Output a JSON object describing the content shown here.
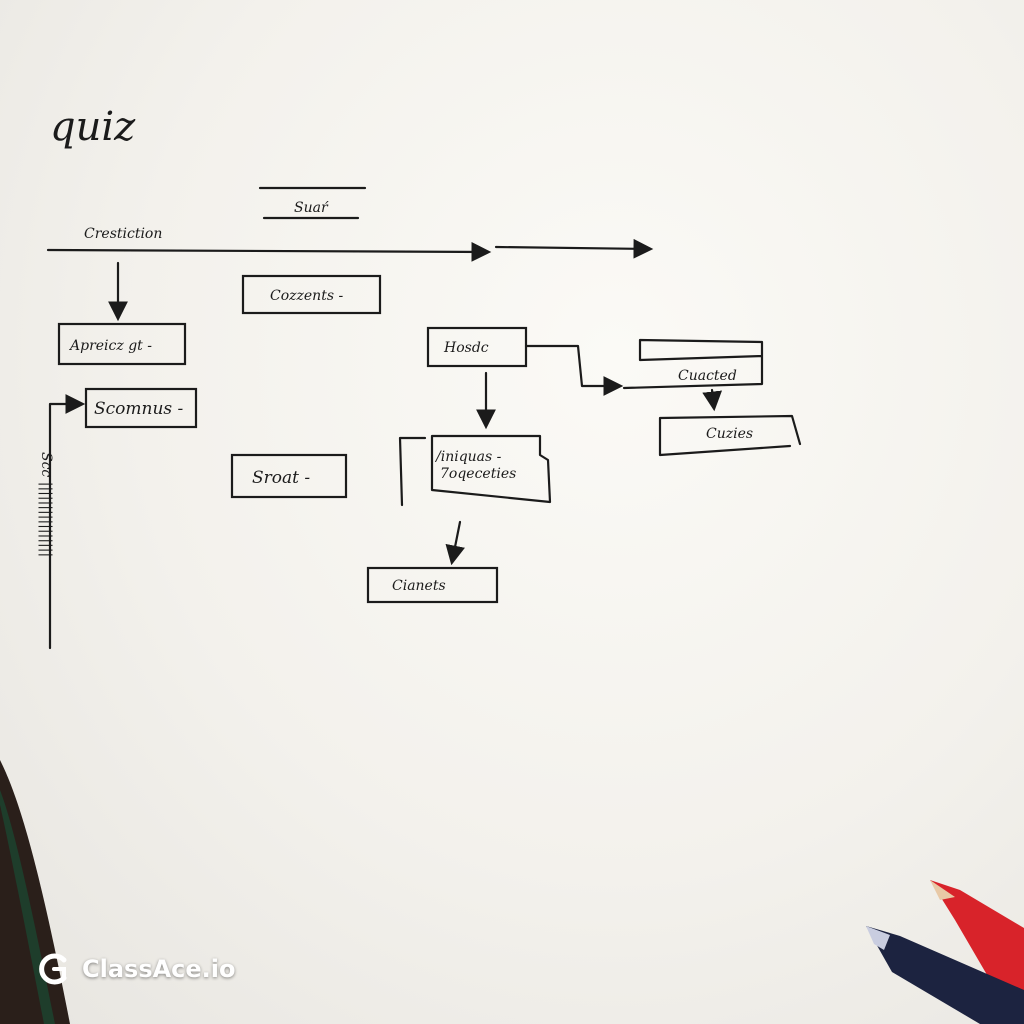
{
  "diagram": {
    "title": "quiz",
    "header_label": "Suaŕ",
    "nodes": {
      "crestiction": "Crestiction",
      "cozzents": "Cozzents -",
      "apreicz": "Apreicz gt -",
      "somnus": "Scomnus -",
      "sroat": "Sroat -",
      "hosdc": "Hosdc",
      "finiqua": "/iniquas -",
      "finiqua_sub": "7oqeceties",
      "cuacted": "Cuacted",
      "cuzies": "Cuzies",
      "cianets": "Cianets"
    },
    "vertical_scribble": "Scc ||||||||||||||||"
  },
  "watermark": {
    "brand": "ClassAce.io"
  },
  "colors": {
    "ink": "#1b1b1b",
    "paper": "#f7f6f2",
    "pencil_red": "#d8232a",
    "pen_navy": "#1c2340",
    "folder_green": "#1e3d2b"
  }
}
